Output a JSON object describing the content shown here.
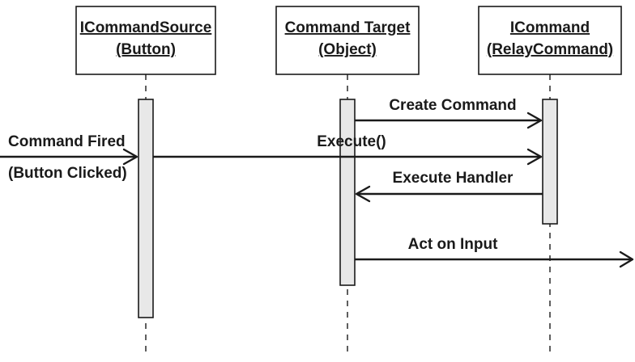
{
  "participants": [
    {
      "title": "ICommandSource",
      "subtitle": "(Button)"
    },
    {
      "title": "Command Target",
      "subtitle": "(Object)"
    },
    {
      "title": "ICommand",
      "subtitle": "(RelayCommand)"
    }
  ],
  "messages": {
    "command_fired": "Command Fired",
    "button_clicked": "(Button Clicked)",
    "execute": "Execute()",
    "create_command": "Create Command",
    "execute_handler": "Execute Handler",
    "act_on_input": "Act on Input"
  }
}
